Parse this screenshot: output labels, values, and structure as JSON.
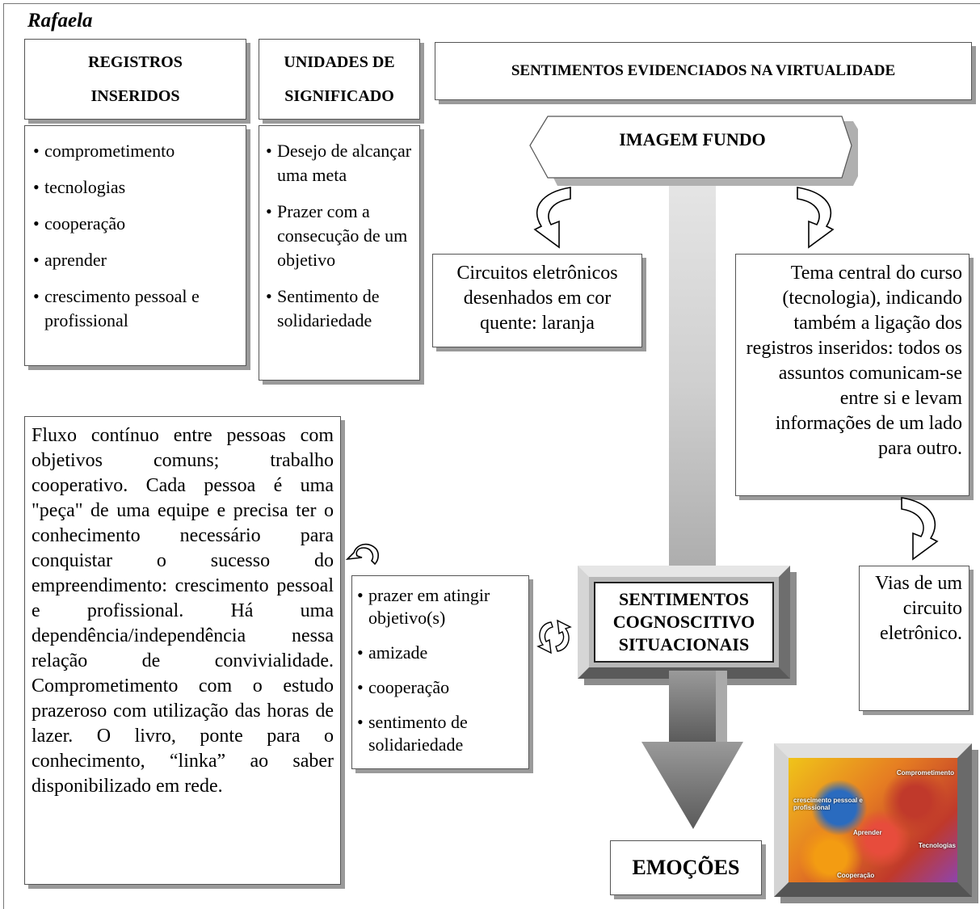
{
  "title": "Rafaela",
  "registros": {
    "header": "REGISTROS INSERIDOS",
    "items": [
      "comprometimento",
      "tecnologias",
      "cooperação",
      "aprender",
      "crescimento  pessoal e profissional"
    ]
  },
  "unidades": {
    "header": "UNIDADES DE SIGNIFICADO",
    "items": [
      "Desejo de alcançar uma meta",
      "Prazer com a consecução de um objetivo",
      "Sentimento de solidariedade"
    ]
  },
  "sentimentos_header": "SENTIMENTOS EVIDENCIADOS NA VIRTUALIDADE",
  "imagem_fundo": "IMAGEM FUNDO",
  "circuitos_text": "Circuitos eletrônicos desenhados em cor quente: laranja",
  "tema_text": "Tema central do curso (tecnologia), indicando também a ligação dos registros inseridos: todos os assuntos comunicam-se entre si e levam informações de um lado para outro.",
  "fluxo_text": "Fluxo contínuo entre pessoas com objetivos comuns; trabalho cooperativo. Cada pessoa é uma \"peça\" de uma equipe e precisa ter o conhecimento necessário para conquistar o sucesso do empreendimento: crescimento pessoal e profissional. Há uma dependência/independência nessa relação de convivialidade. Comprometimento com o estudo prazeroso com utilização das horas de lazer. O livro, ponte para o conhecimento, “linka” ao saber disponibilizado em rede.",
  "sentimentos_list": [
    "prazer em atingir objetivo(s)",
    "amizade",
    "cooperação",
    "sentimento de solidariedade"
  ],
  "center_box": "SENTIMENTOS COGNOSCITIVO SITUACIONAIS",
  "vias_text": "Vias de um circuito eletrônico.",
  "emocoes": "EMOÇÕES",
  "photo_labels": {
    "comprometimento": "Comprometimento",
    "crescimento": "crescimento pessoal e profissional",
    "aprender": "Aprender",
    "tecnologias": "Tecnologias",
    "cooperacao": "Cooperação"
  }
}
